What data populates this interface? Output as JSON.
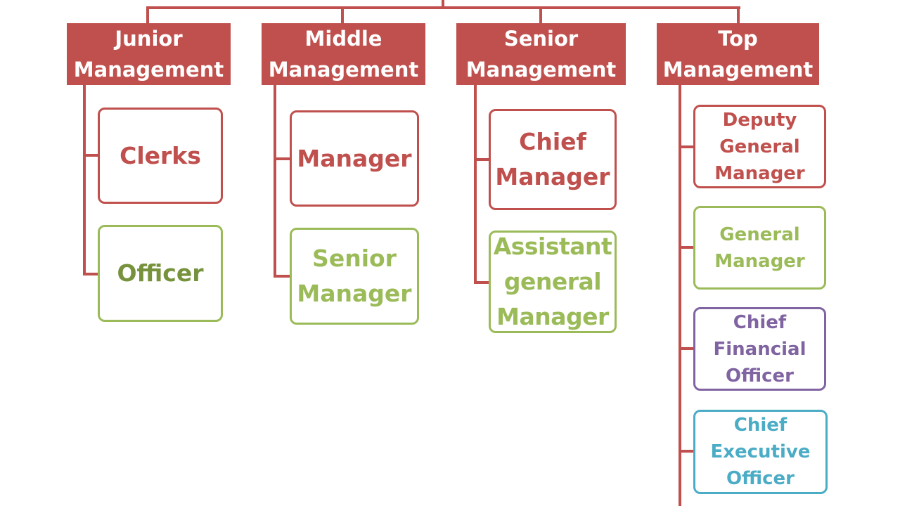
{
  "colors": {
    "connector": "#c0504d",
    "red": "#c0504d",
    "green": "#9bbb59",
    "olive": "#76923c",
    "purple": "#8064a2",
    "teal": "#4bacc6"
  },
  "columns": [
    {
      "header": [
        "Junior",
        "Management"
      ],
      "roles": [
        {
          "label": "Clerks",
          "color": "red"
        },
        {
          "label": "Officer",
          "color": "olive"
        }
      ]
    },
    {
      "header": [
        "Middle",
        "Management"
      ],
      "roles": [
        {
          "label": "Manager",
          "color": "red"
        },
        {
          "label": "Senior\nManager",
          "color": "green"
        }
      ]
    },
    {
      "header": [
        "Senior",
        "Management"
      ],
      "roles": [
        {
          "label": "Chief\nManager",
          "color": "red"
        },
        {
          "label": "Assistant\ngeneral\nManager",
          "color": "green"
        }
      ]
    },
    {
      "header": [
        "Top",
        "Management"
      ],
      "roles": [
        {
          "label": "Deputy\nGeneral\nManager",
          "color": "red"
        },
        {
          "label": "General\nManager",
          "color": "green"
        },
        {
          "label": "Chief\nFinancial\nOfficer",
          "color": "purple"
        },
        {
          "label": "Chief\nExecutive\nOfficer",
          "color": "teal"
        }
      ]
    }
  ]
}
